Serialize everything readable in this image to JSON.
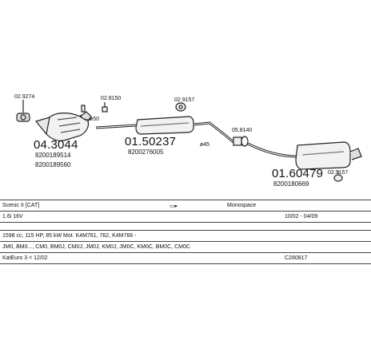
{
  "parts": {
    "p1": {
      "code": "02.9274"
    },
    "p2": {
      "code": "04.3044",
      "oem1": "8200189514",
      "oem2": "8200189560"
    },
    "p3": {
      "code": "02.8150"
    },
    "p3b": {
      "code": "50"
    },
    "p4": {
      "code": "01.50237",
      "oem1": "8200276005"
    },
    "p5": {
      "code": "02.9157"
    },
    "p6": {
      "code": "45"
    },
    "p7": {
      "code": "05.8140"
    },
    "p8": {
      "code": "01.60479",
      "oem1": "8200180669"
    },
    "p9": {
      "code": "02.9157"
    }
  },
  "info": {
    "model": "Scenic II [CAT]",
    "body": "Monospace",
    "engine": "1.6i 16V",
    "years": "10/02 - 04/09",
    "specs": "1598 cc, 115 HP, 85 kW Mot. K4M761, 762, K4M766 -",
    "chassis": "JM0, BM0..., CM0, BM0J, CM0J, JM0J, KM0J, JM0C, KM0C, BM0C, CM0C",
    "cat": "KatEuro 3 < 12/02",
    "catalog": "C280817"
  }
}
